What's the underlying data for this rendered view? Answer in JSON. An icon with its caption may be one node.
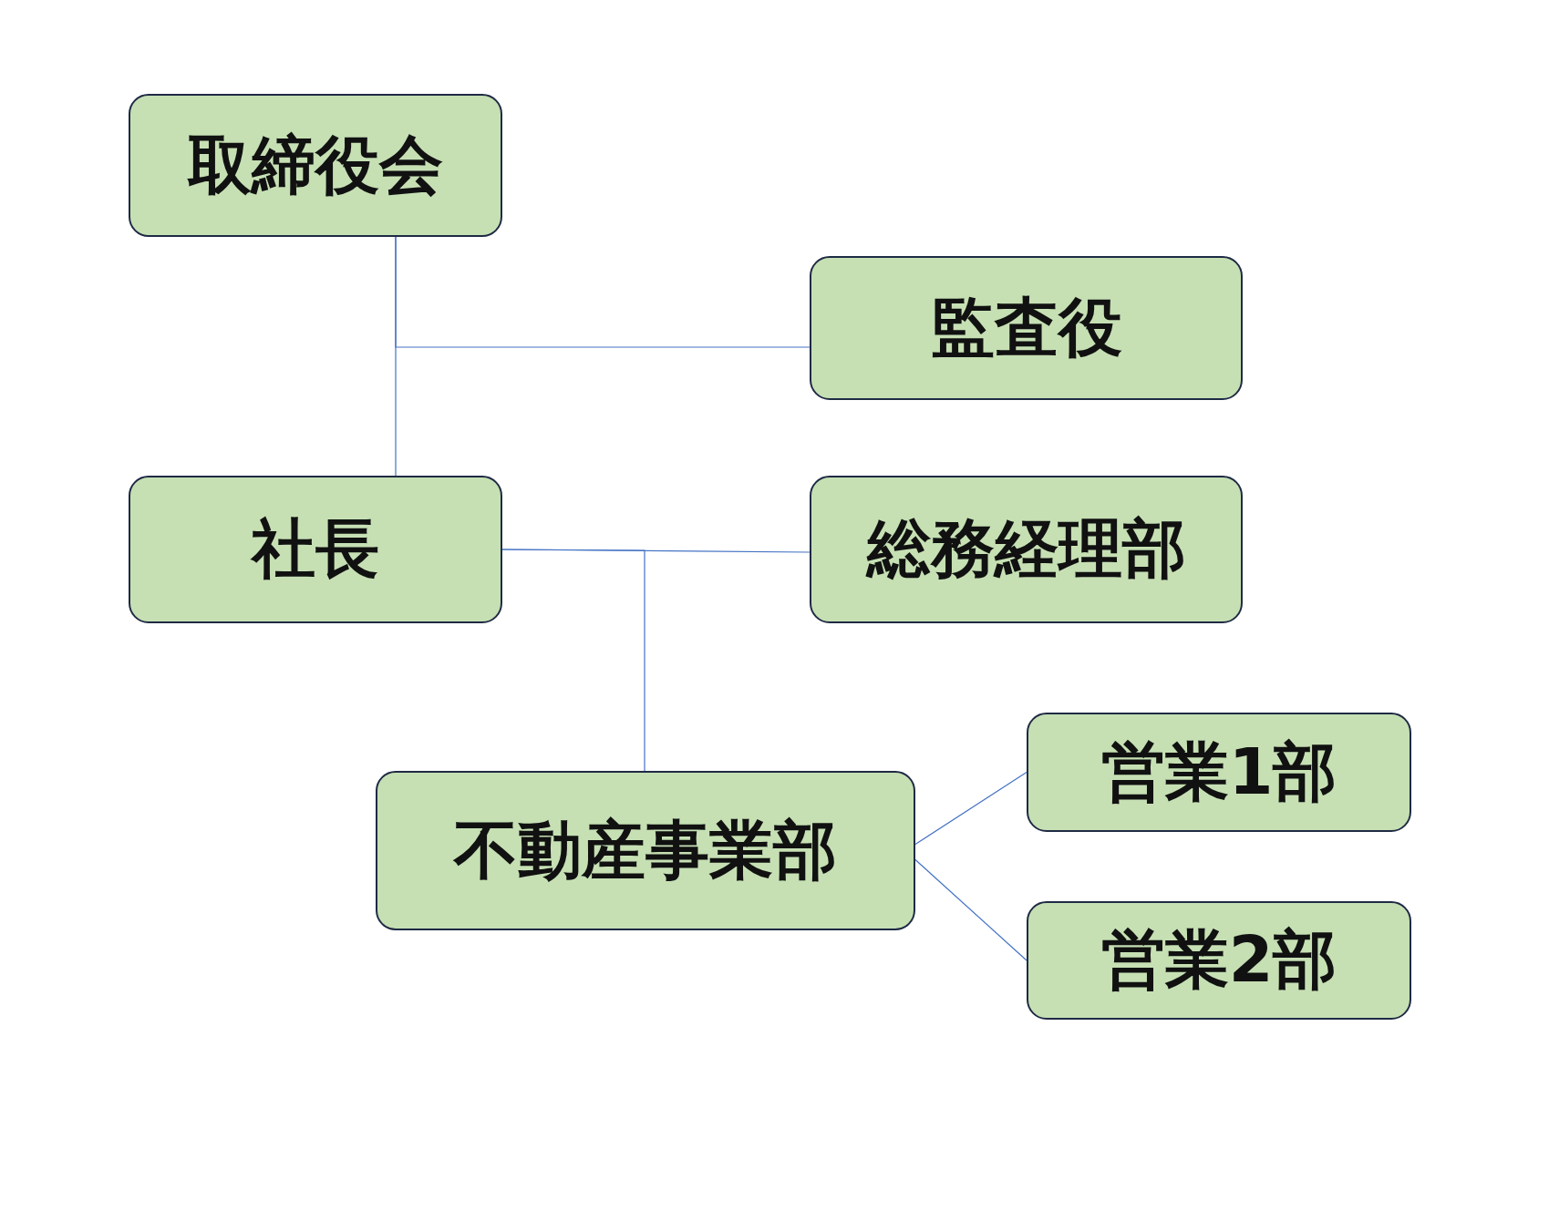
{
  "diagram": {
    "nodes": [
      {
        "text": [
          "取締役会"
        ]
      },
      {
        "text": [
          "監査役"
        ]
      },
      {
        "text": [
          "社長"
        ]
      },
      {
        "text": [
          "総務経理部"
        ]
      },
      {
        "text": [
          "不動産事業部"
        ]
      },
      {
        "text": [
          "営業1部"
        ]
      },
      {
        "text": [
          "営業2部"
        ]
      }
    ],
    "edges": [
      {
        "from": 0,
        "to": 2,
        "arrow": "none"
      },
      {
        "from": 0,
        "to": 1,
        "arrow": "none"
      },
      {
        "from": 2,
        "to": 3,
        "arrow": "none"
      },
      {
        "from": 2,
        "to": 4,
        "arrow": "none"
      },
      {
        "from": 4,
        "to": 5,
        "arrow": "none"
      },
      {
        "from": 4,
        "to": 6,
        "arrow": "none"
      }
    ]
  }
}
